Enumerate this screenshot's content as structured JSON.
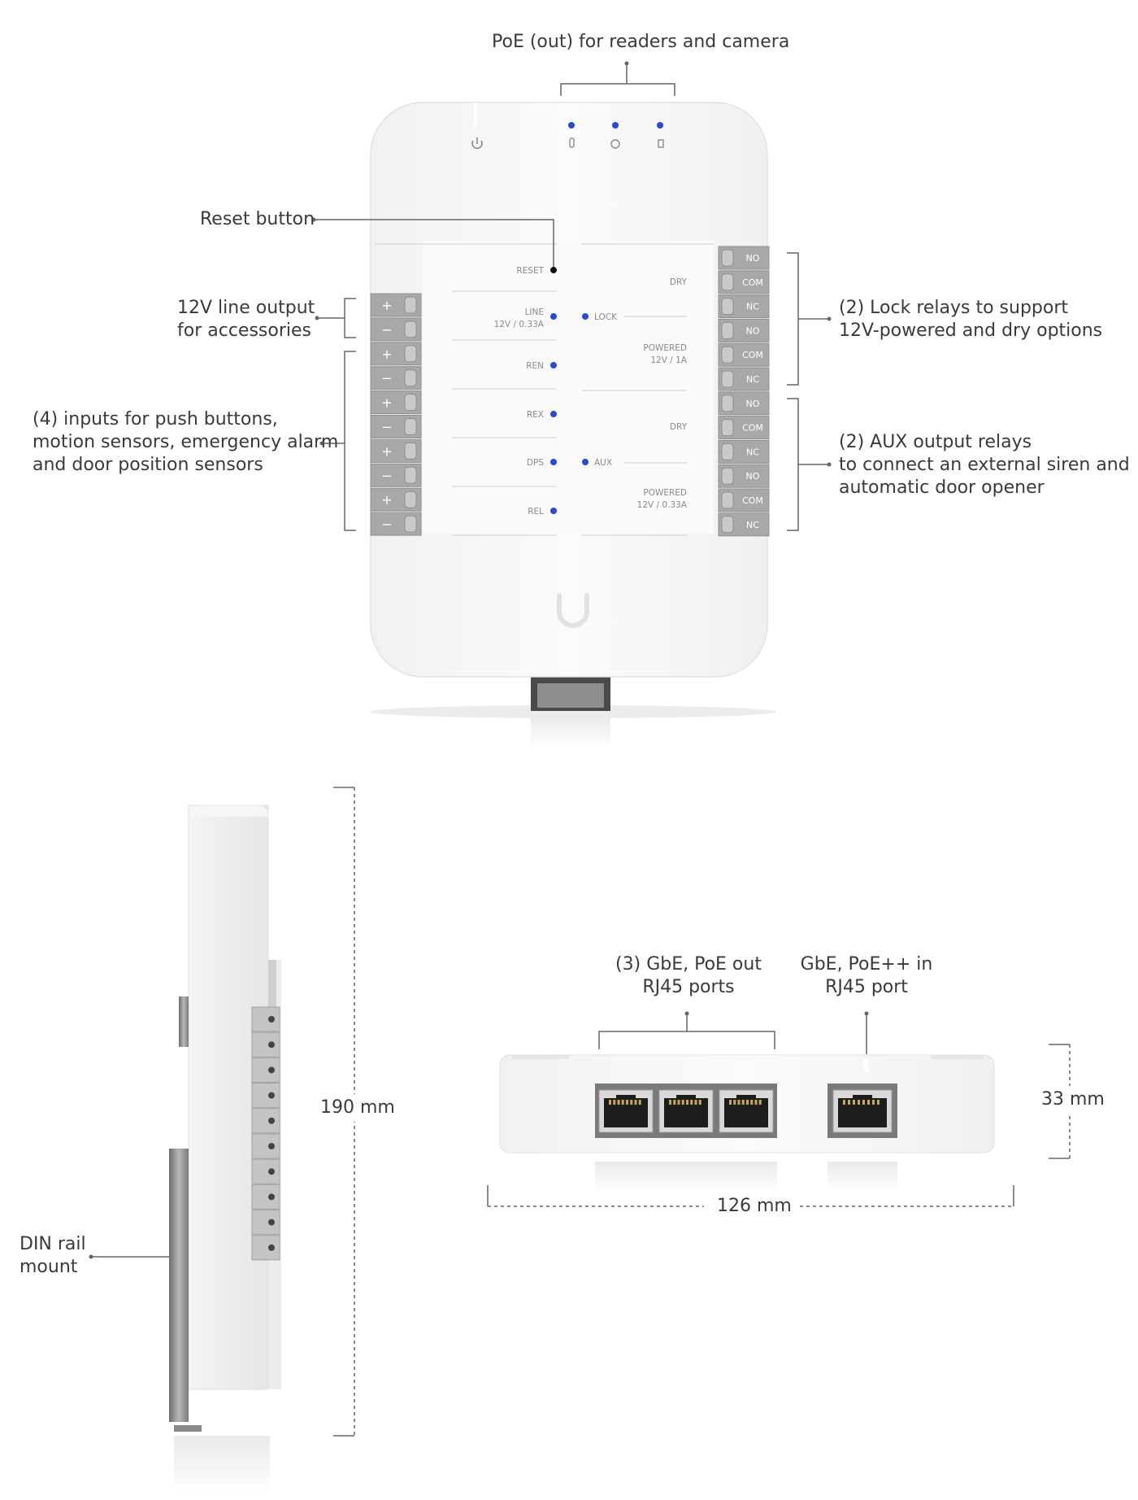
{
  "callouts": {
    "poe_out": "PoE (out) for readers and camera",
    "reset": "Reset button",
    "line_output": [
      "12V line output",
      "for accessories"
    ],
    "inputs": [
      "(4) inputs for push buttons,",
      "motion sensors, emergency alarm",
      "and door position sensors"
    ],
    "lock_relays": [
      "(2) Lock relays to support",
      "12V-powered and dry options"
    ],
    "aux_relays": [
      "(2) AUX output relays",
      "to connect an external siren and",
      "automatic door opener"
    ],
    "poe_out_ports": [
      "(3) GbE, PoE out",
      "RJ45 ports"
    ],
    "poe_in_port": [
      "GbE, PoE++ in",
      "RJ45 port"
    ],
    "din_rail": [
      "DIN rail",
      "mount"
    ]
  },
  "dimensions": {
    "height": "190 mm",
    "depth": "33 mm",
    "width": "126 mm"
  },
  "device_labels": {
    "reset": "RESET",
    "line": "LINE",
    "line_rating": "12V / 0.33A",
    "ren": "REN",
    "rex": "REX",
    "dps": "DPS",
    "rel": "REL",
    "lock": "LOCK",
    "aux": "AUX",
    "dry": "DRY",
    "powered": "POWERED",
    "lock_rating": "12V / 1A",
    "aux_rating": "12V / 0.33A"
  },
  "left_terminals": [
    "+",
    "−",
    "+",
    "−",
    "+",
    "−",
    "+",
    "−",
    "+",
    "−"
  ],
  "right_terminals": [
    "NO",
    "COM",
    "NC",
    "NO",
    "COM",
    "NC",
    "NO",
    "COM",
    "NC",
    "NO",
    "COM",
    "NC"
  ],
  "colors": {
    "led_blue": "#2448e0",
    "terminal_gray": "#a8a8a8",
    "leader_line": "#666666"
  }
}
